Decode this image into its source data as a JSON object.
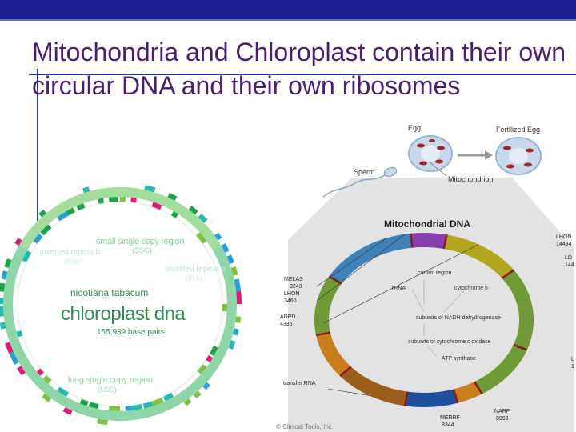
{
  "slide": {
    "title": "Mitochondria and Chloroplast contain their own circular DNA and their own ribosomes"
  },
  "chloroplast": {
    "region_small": "small single copy region",
    "region_small_code": "(SSC)",
    "region_ir_a": "inverted repeat b",
    "region_ir_a_code": "(IRB)",
    "region_ir_b": "inverted repeat a",
    "region_ir_b_code": "(IRA)",
    "species": "nicotiana tabacum",
    "name": "chloroplast dna",
    "size": "155,939 base pairs",
    "region_large": "long single copy region",
    "region_large_code": "(LSC)",
    "colors": {
      "ring": "#8ed6a8",
      "small": "#a3dd9e",
      "text_green": "#2f8f4e",
      "genes": [
        "#1aa34a",
        "#23b8b0",
        "#7fc241",
        "#e0197d",
        "#2a9fd6"
      ]
    }
  },
  "mito": {
    "egg": "Egg",
    "fertilized_egg": "Fertilized Egg",
    "sperm": "Sperm",
    "mitochondrion": "Mitochondrion",
    "heading": "Mitochondrial DNA",
    "labels": {
      "control_region": "control region",
      "rrna": "rRNA",
      "cytochrome_b": "cytochrome b",
      "nadh": "subunits of NADH dehydrogenase",
      "cyt_c": "subunits of cytochrome c oxidase",
      "atp": "ATP synthase"
    },
    "mutations": {
      "melas": "MELAS",
      "melas_pos": "3243",
      "lhon_a": "LHON",
      "lhon_a_pos": "3460",
      "adpd": "ADPD",
      "adpd_pos": "4336",
      "transfer_rna": "transfer RNA",
      "merrf": "MERRF",
      "merrf_pos": "8344",
      "narp": "NARP",
      "narp_pos": "8993",
      "lhon_b": "LHON",
      "lhon_b_pos": "14484",
      "ld": "LD",
      "ld_pos": "144",
      "l_right": "L",
      "l_right_pos": "1"
    },
    "copyright": "© Clinical Tools, Inc.",
    "colors": {
      "blue": "#3f82ba",
      "purple": "#8a3fae",
      "olive": "#b2a61e",
      "green": "#6f9a36",
      "brown": "#9c5d1c",
      "orange": "#c97d1c",
      "navy": "#1f4f9c",
      "panel": "#dcdcdc",
      "stripe": "#8a1a1a"
    }
  }
}
